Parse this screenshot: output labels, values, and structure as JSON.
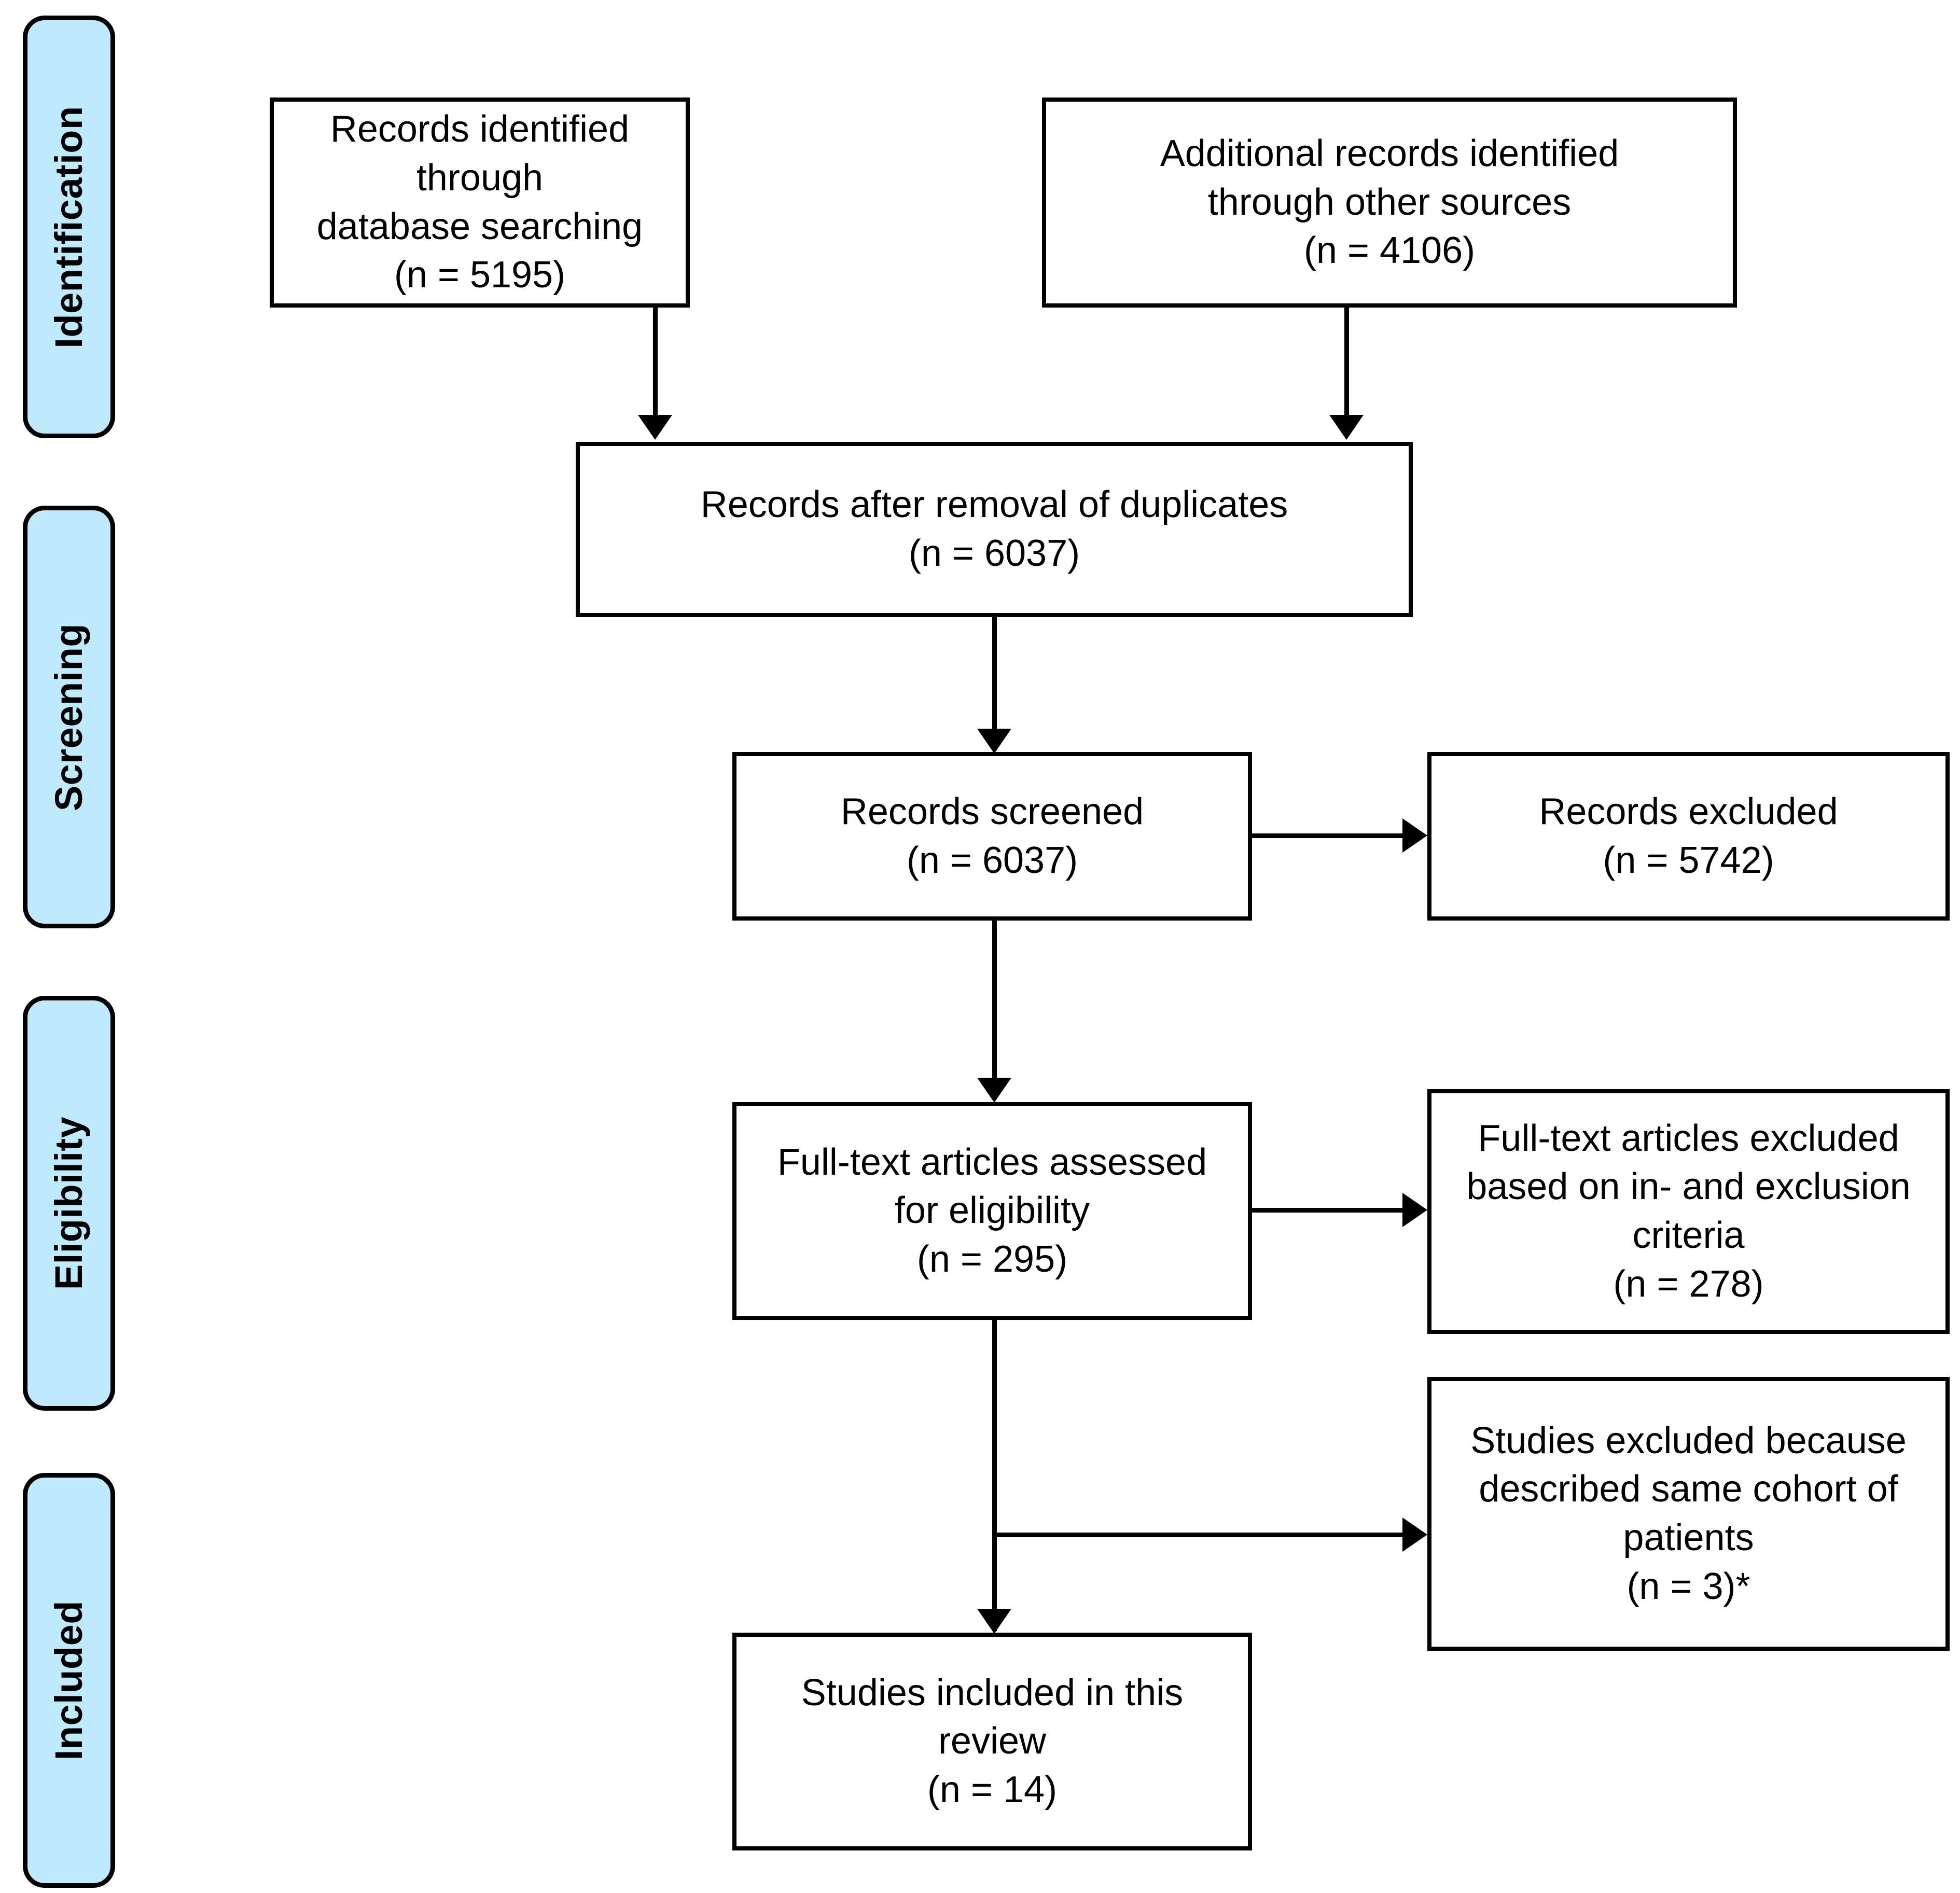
{
  "diagram": {
    "title": "PRISMA study selection flow diagram",
    "colors": {
      "stage_tab_fill": "#bfeafc",
      "stage_tab_border": "#000000",
      "box_fill": "#ffffff",
      "box_border": "#000000",
      "connector": "#000000",
      "text": "#000000"
    }
  },
  "stages": [
    {
      "id": "identification",
      "label": "Identification"
    },
    {
      "id": "screening",
      "label": "Screening"
    },
    {
      "id": "eligibility",
      "label": "Eligibility"
    },
    {
      "id": "included",
      "label": "Included"
    }
  ],
  "boxes": {
    "database_records": {
      "text": "Records identified through\ndatabase searching\n(n = 5195)",
      "line1": "Records identified through",
      "line2": "database searching",
      "count_label": "(n = 5195)",
      "count": 5195
    },
    "other_records": {
      "text": "Additional records identified\nthrough other sources\n(n = 4106)",
      "line1": "Additional records identified",
      "line2": "through other sources",
      "count_label": "(n = 4106)",
      "count": 4106
    },
    "after_duplicates": {
      "text": "Records after removal of duplicates\n(n = 6037)",
      "line1": "Records after removal of duplicates",
      "count_label": "(n = 6037)",
      "count": 6037
    },
    "records_screened": {
      "text": "Records screened\n(n = 6037)",
      "line1": "Records screened",
      "count_label": "(n = 6037)",
      "count": 6037
    },
    "records_excluded": {
      "text": "Records excluded\n(n = 5742)",
      "line1": "Records excluded",
      "count_label": "(n = 5742)",
      "count": 5742
    },
    "fulltext_assessed": {
      "text": "Full-text articles assessed\nfor eligibility\n(n = 295)",
      "line1": "Full-text articles assessed",
      "line2": "for eligibility",
      "count_label": "(n = 295)",
      "count": 295
    },
    "fulltext_excluded": {
      "text": "Full-text articles excluded\nbased on in- and exclusion\ncriteria\n(n = 278)",
      "line1": "Full-text articles excluded",
      "line2": "based on in- and exclusion",
      "line3": "criteria",
      "count_label": "(n = 278)",
      "count": 278
    },
    "studies_excluded_cohort": {
      "text": "Studies excluded because\ndescribed same cohort of\npatients\n(n = 3)*",
      "line1": "Studies excluded because",
      "line2": "described same cohort of",
      "line3": "patients",
      "count_label": "(n = 3)*",
      "count": 3,
      "footnote_marker": "*"
    },
    "studies_included": {
      "text": "Studies included in this\nreview\n(n = 14)",
      "line1": "Studies included in this",
      "line2": "review",
      "count_label": "(n = 14)",
      "count": 14
    }
  },
  "chart_data": {
    "type": "diagram",
    "title": "PRISMA flow of study selection",
    "nodes": [
      {
        "id": "database_records",
        "stage": "identification",
        "label": "Records identified through database searching",
        "n": 5195
      },
      {
        "id": "other_records",
        "stage": "identification",
        "label": "Additional records identified through other sources",
        "n": 4106
      },
      {
        "id": "after_duplicates",
        "stage": "screening",
        "label": "Records after removal of duplicates",
        "n": 6037
      },
      {
        "id": "records_screened",
        "stage": "screening",
        "label": "Records screened",
        "n": 6037
      },
      {
        "id": "records_excluded",
        "stage": "screening",
        "label": "Records excluded",
        "n": 5742
      },
      {
        "id": "fulltext_assessed",
        "stage": "eligibility",
        "label": "Full-text articles assessed for eligibility",
        "n": 295
      },
      {
        "id": "fulltext_excluded",
        "stage": "eligibility",
        "label": "Full-text articles excluded based on in- and exclusion criteria",
        "n": 278
      },
      {
        "id": "studies_excluded_cohort",
        "stage": "included",
        "label": "Studies excluded because described same cohort of patients",
        "n": 3
      },
      {
        "id": "studies_included",
        "stage": "included",
        "label": "Studies included in this review",
        "n": 14
      }
    ],
    "edges": [
      {
        "from": "database_records",
        "to": "after_duplicates",
        "direction": "down"
      },
      {
        "from": "other_records",
        "to": "after_duplicates",
        "direction": "down"
      },
      {
        "from": "after_duplicates",
        "to": "records_screened",
        "direction": "down"
      },
      {
        "from": "records_screened",
        "to": "records_excluded",
        "direction": "right"
      },
      {
        "from": "records_screened",
        "to": "fulltext_assessed",
        "direction": "down"
      },
      {
        "from": "fulltext_assessed",
        "to": "fulltext_excluded",
        "direction": "right"
      },
      {
        "from": "fulltext_assessed",
        "to": "studies_excluded_cohort",
        "direction": "right"
      },
      {
        "from": "fulltext_assessed",
        "to": "studies_included",
        "direction": "down"
      }
    ]
  }
}
